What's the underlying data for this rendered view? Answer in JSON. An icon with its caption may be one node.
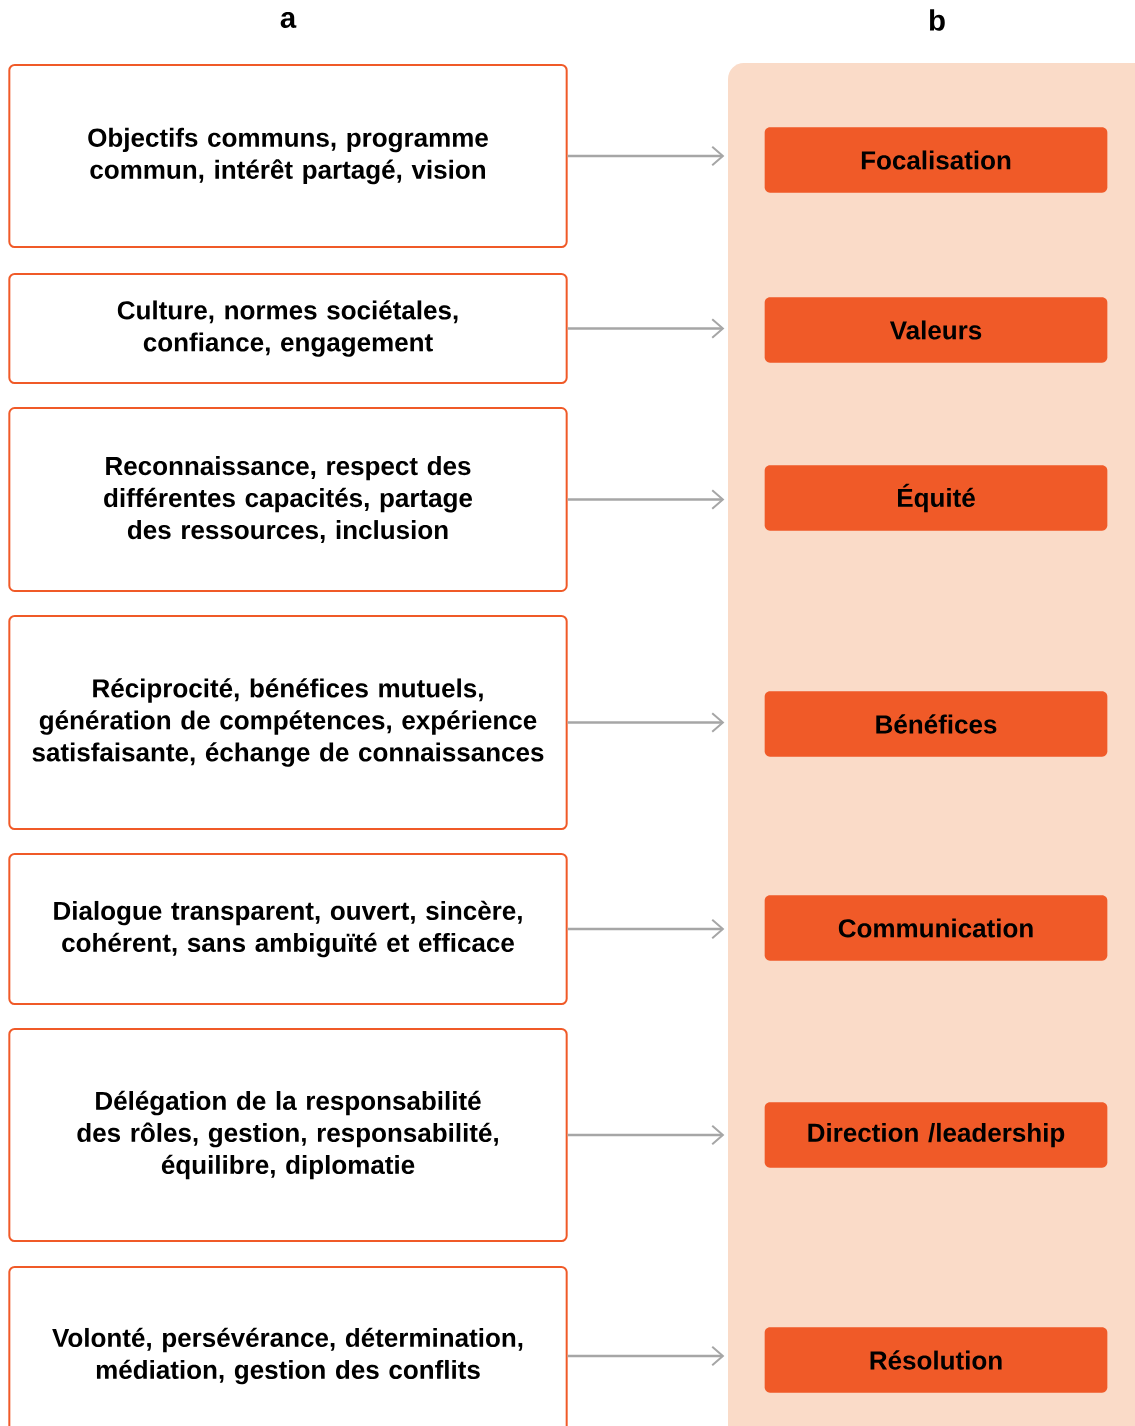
{
  "diagram": {
    "nodes": [
      {
        "text": [
          "Objectifs communs, programme commun, intérêt partagé, vision"
        ]
      },
      {
        "text": [
          "Culture, normes sociétales, confiance, engagement"
        ]
      },
      {
        "text": [
          "Reconnaissance, respect des différentes capacités, partage des ressources, inclusion"
        ]
      },
      {
        "text": [
          "Réciprocité, bénéfices mutuels, génération de compétences, expérience satisfaisante, échange de connaissances"
        ]
      },
      {
        "text": [
          "Dialogue transparent, ouvert, sincère, cohérent, sans ambiguïté et efficace"
        ]
      },
      {
        "text": [
          "Délégation de la responsabilité des rôles, gestion, responsabilité, équilibre, diplomatie"
        ]
      },
      {
        "text": [
          "Volonté, persévérance, détermination, médiation, gestion des conflits"
        ]
      },
      {
        "text": [
          "Focalisation"
        ]
      },
      {
        "text": [
          "Valeurs"
        ]
      },
      {
        "text": [
          "Équité"
        ]
      },
      {
        "text": [
          "Bénéfices"
        ]
      },
      {
        "text": [
          "Communication"
        ]
      },
      {
        "text": [
          "Direction /leadership"
        ]
      },
      {
        "text": [
          "Résolution"
        ]
      }
    ],
    "edges": [
      {
        "from": 0,
        "to": 7,
        "arrow": "to"
      },
      {
        "from": 1,
        "to": 8,
        "arrow": "to"
      },
      {
        "from": 2,
        "to": 9,
        "arrow": "to"
      },
      {
        "from": 3,
        "to": 10,
        "arrow": "to"
      },
      {
        "from": 4,
        "to": 11,
        "arrow": "to"
      },
      {
        "from": 5,
        "to": 12,
        "arrow": "to"
      },
      {
        "from": 6,
        "to": 13,
        "arrow": "to"
      }
    ],
    "labels": [
      "a",
      "b"
    ]
  }
}
